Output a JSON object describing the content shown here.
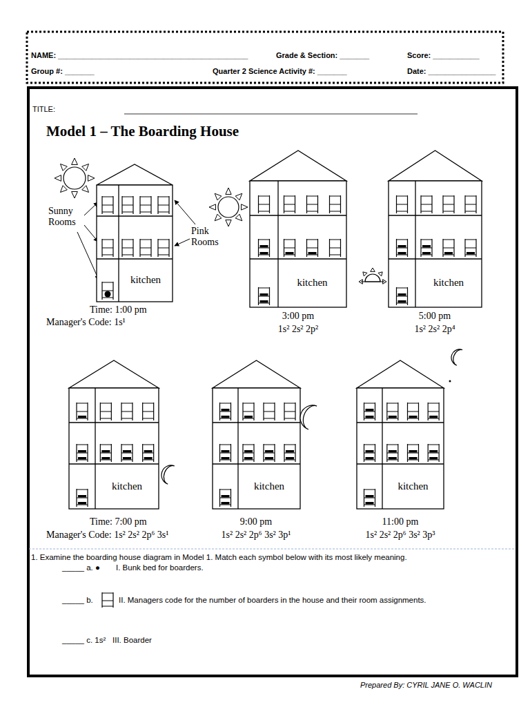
{
  "diagram": {
    "title": "Model 1 – The Boarding House",
    "labels": [
      "NAME: _____________________________________________",
      "Grade & Section: _______",
      "Score: ___________",
      "Group #: _______",
      "Quarter 2 Science Activity #: _______",
      "Date: ________________",
      "TITLE:",
      "Sunny Rooms",
      "Pink Rooms",
      "kitchen",
      "kitchen",
      "kitchen",
      "kitchen",
      "kitchen",
      "kitchen",
      "Time: 1:00 pm",
      "Manager's Code: 1s¹",
      "3:00 pm",
      "1s² 2s² 2p²",
      "5:00 pm",
      "1s² 2s² 2p⁴",
      "Time: 7:00 pm",
      "Manager's Code: 1s² 2s² 2p⁶ 3s¹",
      "9:00 pm",
      "1s² 2s² 2p⁶ 3s² 3p¹",
      "11:00 pm",
      "1s² 2s² 2p⁶ 3s² 3p³",
      "1. Examine the boarding house diagram in Model 1. Match each symbol below with its most likely meaning.",
      "_____ a. ●",
      "I. Bunk bed for boarders.",
      "_____ b.",
      "II. Managers code for the number of boarders in the house and their room assignments.",
      "_____ c. 1s²",
      "III. Boarder",
      "Prepared By: CYRIL JANE O. WACLIN"
    ]
  }
}
